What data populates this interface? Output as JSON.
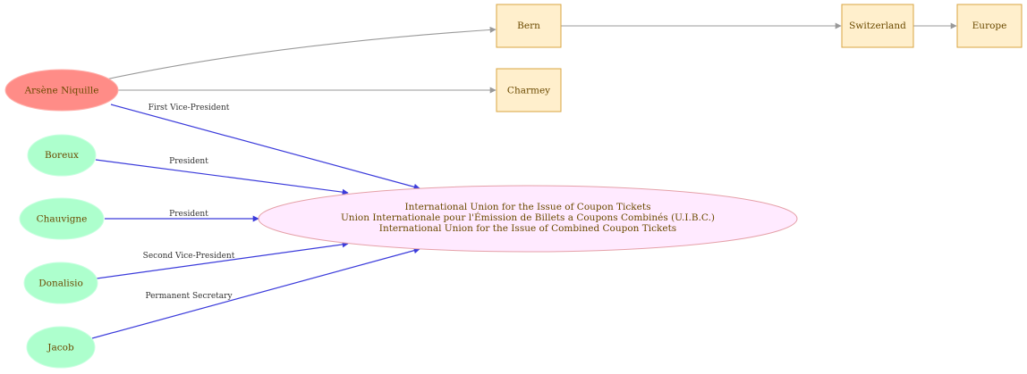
{
  "colors": {
    "person_fill": "#ff8c87",
    "member_fill": "#adffcd",
    "place_fill": "#ffefcc",
    "place_stroke": "#d9a441",
    "org_fill": "#ffeaff",
    "org_stroke": "#e5a0a8",
    "blue_edge": "#3b3bdb",
    "gray_edge": "#999999",
    "node_text": "#6b4a00"
  },
  "nodes": {
    "arsene": "Arsène Niquille",
    "boreux": "Boreux",
    "chauvigne": "Chauvigne",
    "donalisio": "Donalisio",
    "jacob": "Jacob",
    "bern": "Bern",
    "charmey": "Charmey",
    "switzerland": "Switzerland",
    "europe": "Europe",
    "org_line1": "International Union for the Issue of Coupon Tickets",
    "org_line2": "Union Internationale pour l'Émission de Billets a Coupons Combinés (U.I.B.C.)",
    "org_line3": "International Union for the Issue of Combined Coupon Tickets"
  },
  "edges": {
    "arsene_org": "First Vice-President",
    "boreux_org": "President",
    "chauvigne_org": "President",
    "donalisio_org": "Second Vice-President",
    "jacob_org": "Permanent Secretary"
  }
}
